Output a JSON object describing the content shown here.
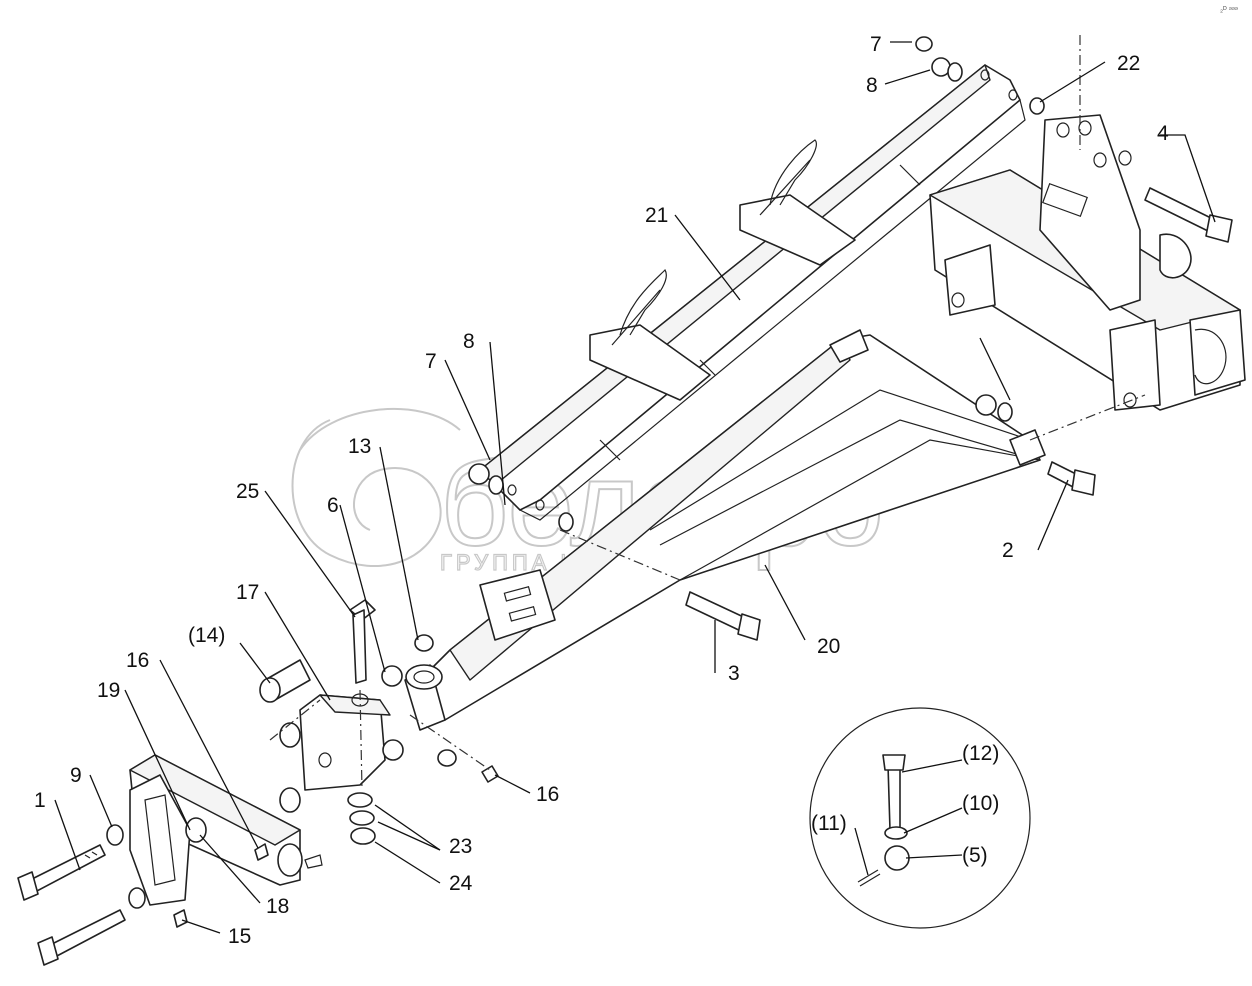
{
  "watermark": {
    "brand": "белагро",
    "tagline": "ГРУППА КОМПАНИЙ"
  },
  "corner_mark": "₂ᴰ ᵊᵊᵊ",
  "labels": {
    "p1": "1",
    "p2": "2",
    "p3": "3",
    "p4": "4",
    "p5": "(5)",
    "p6": "6",
    "p7a": "7",
    "p7b": "7",
    "p8a": "8",
    "p8b": "8",
    "p9": "9",
    "p10": "(10)",
    "p11": "(11)",
    "p12": "(12)",
    "p13": "13",
    "p14": "(14)",
    "p15": "15",
    "p16a": "16",
    "p16b": "16",
    "p17": "17",
    "p18": "18",
    "p19": "19",
    "p20": "20",
    "p21": "21",
    "p22": "22",
    "p23": "23",
    "p24": "24",
    "p25": "25"
  }
}
